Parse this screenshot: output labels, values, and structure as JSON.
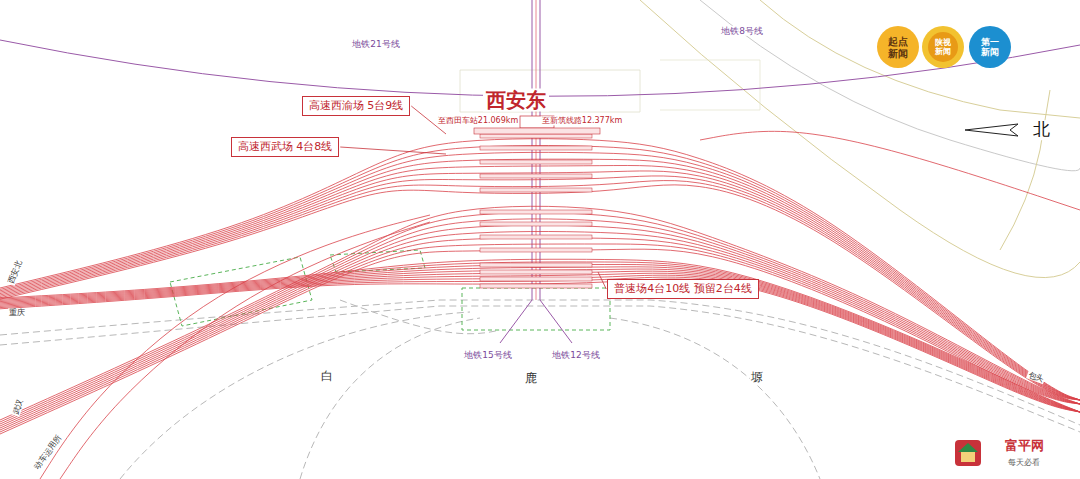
{
  "diagram": {
    "title": "西安东",
    "nodes": [
      {
        "text": [
          "高速西渝场 5台9线"
        ]
      },
      {
        "text": [
          "高速西武场 4台8线"
        ]
      },
      {
        "text": [
          "普速场4台10线 预留2台4线"
        ]
      }
    ],
    "labels": [
      "至西田车站21.069km",
      "至新筑线路12.377km",
      "地铁21号线",
      "地铁8号线",
      "地铁15号线",
      "地铁12号线",
      "白",
      "鹿",
      "塬",
      "北",
      "西安北",
      "重庆",
      "武汉",
      "动车运用所",
      "包头",
      "起点新闻",
      "陕视新闻",
      "第一新闻",
      "富平网",
      "每天必看"
    ]
  }
}
